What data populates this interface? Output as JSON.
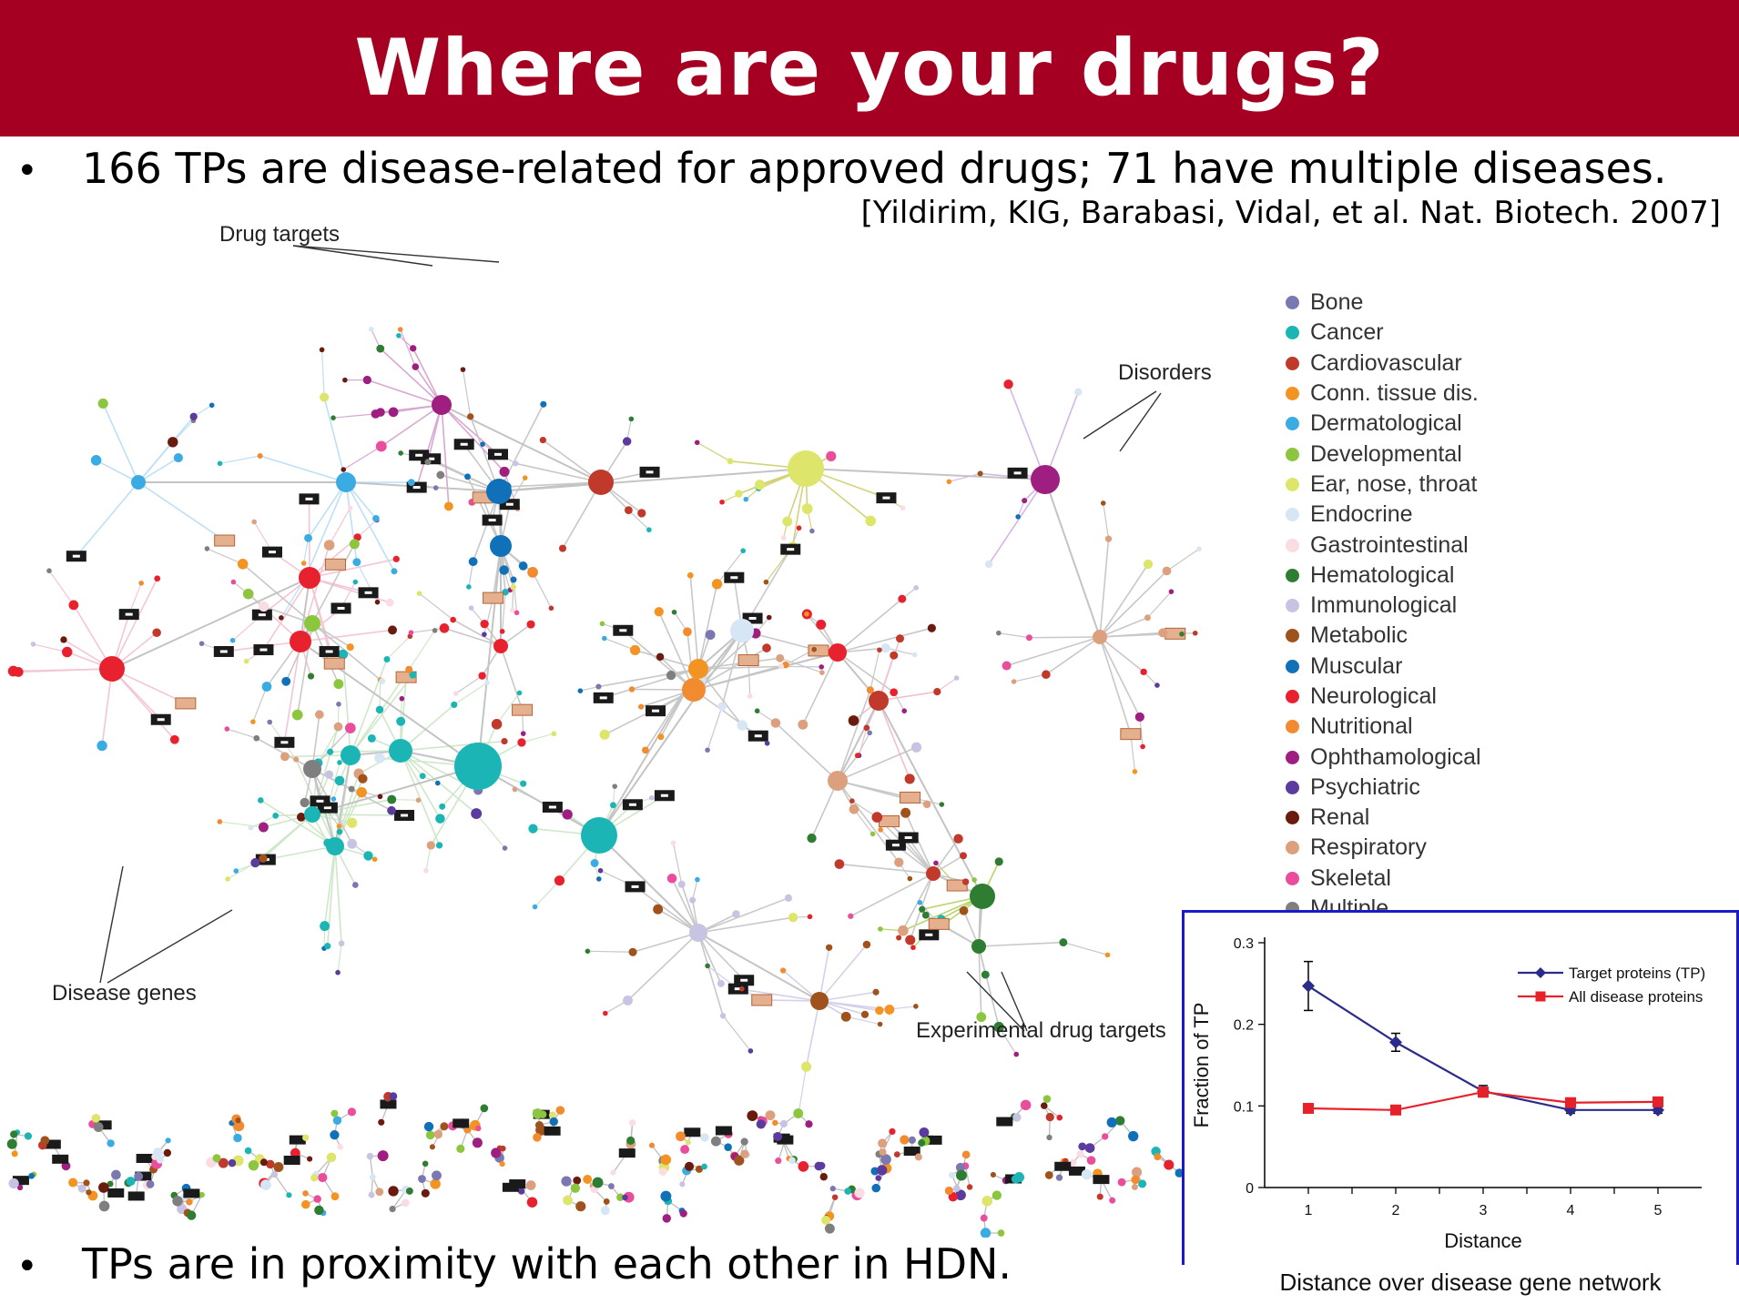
{
  "title": "Where are your drugs?",
  "bullets": {
    "first": "166 TPs are disease-related for approved drugs; 71 have multiple diseases.",
    "second": "TPs are in proximity with each other in HDN.",
    "marker": "•"
  },
  "citation": "[Yildirim, KIG, Barabasi, Vidal, et al. Nat. Biotech. 2007]",
  "network_annotations": {
    "drug_targets": "Drug targets",
    "disorders": "Disorders",
    "disease_genes": "Disease genes",
    "experimental_drug_targets": "Experimental drug targets"
  },
  "legend": [
    {
      "label": "Bone",
      "color": "#7a78b0"
    },
    {
      "label": "Cancer",
      "color": "#1bb5b5"
    },
    {
      "label": "Cardiovascular",
      "color": "#c0392b"
    },
    {
      "label": "Conn. tissue dis.",
      "color": "#f39322"
    },
    {
      "label": "Dermatological",
      "color": "#3aace3"
    },
    {
      "label": "Developmental",
      "color": "#8cc63f"
    },
    {
      "label": "Ear, nose, throat",
      "color": "#dde66a"
    },
    {
      "label": "Endocrine",
      "color": "#d6e6f5"
    },
    {
      "label": "Gastrointestinal",
      "color": "#fadce2"
    },
    {
      "label": "Hematological",
      "color": "#2e7d32"
    },
    {
      "label": "Immunological",
      "color": "#c7c3e3"
    },
    {
      "label": "Metabolic",
      "color": "#a0521c"
    },
    {
      "label": "Muscular",
      "color": "#1070b8"
    },
    {
      "label": "Neurological",
      "color": "#e8212e"
    },
    {
      "label": "Nutritional",
      "color": "#f28a30"
    },
    {
      "label": "Ophthamological",
      "color": "#9e1f7f"
    },
    {
      "label": "Psychiatric",
      "color": "#5b3b9e"
    },
    {
      "label": "Renal",
      "color": "#6b1a0e"
    },
    {
      "label": "Respiratory",
      "color": "#dca07e"
    },
    {
      "label": "Skeletal",
      "color": "#e94d9b"
    },
    {
      "label": "Multiple",
      "color": "#7f7f7f"
    }
  ],
  "inset_caption": "Distance over disease gene network",
  "chart_data": {
    "type": "line",
    "xlabel": "Distance",
    "ylabel": "Fraction of TP",
    "x": [
      1,
      2,
      3,
      4,
      5
    ],
    "xlim": [
      0.5,
      5.5
    ],
    "ylim": [
      0,
      0.3
    ],
    "xticks": [
      "1",
      "2",
      "3",
      "4",
      "5"
    ],
    "yticks": [
      "0",
      "0.1",
      "0.2",
      "0.3"
    ],
    "grid": false,
    "legend_position": "top-right",
    "series": [
      {
        "name": "Target proteins (TP)",
        "values": [
          0.247,
          0.178,
          0.118,
          0.095,
          0.095
        ],
        "errors": [
          0.03,
          0.011,
          0.007,
          0.004,
          0.004
        ],
        "color": "#2b2b8c",
        "marker": "diamond"
      },
      {
        "name": "All disease proteins",
        "values": [
          0.097,
          0.095,
          0.117,
          0.104,
          0.105
        ],
        "errors": [
          0,
          0,
          0,
          0,
          0
        ],
        "color": "#e8202a",
        "marker": "square"
      }
    ]
  }
}
